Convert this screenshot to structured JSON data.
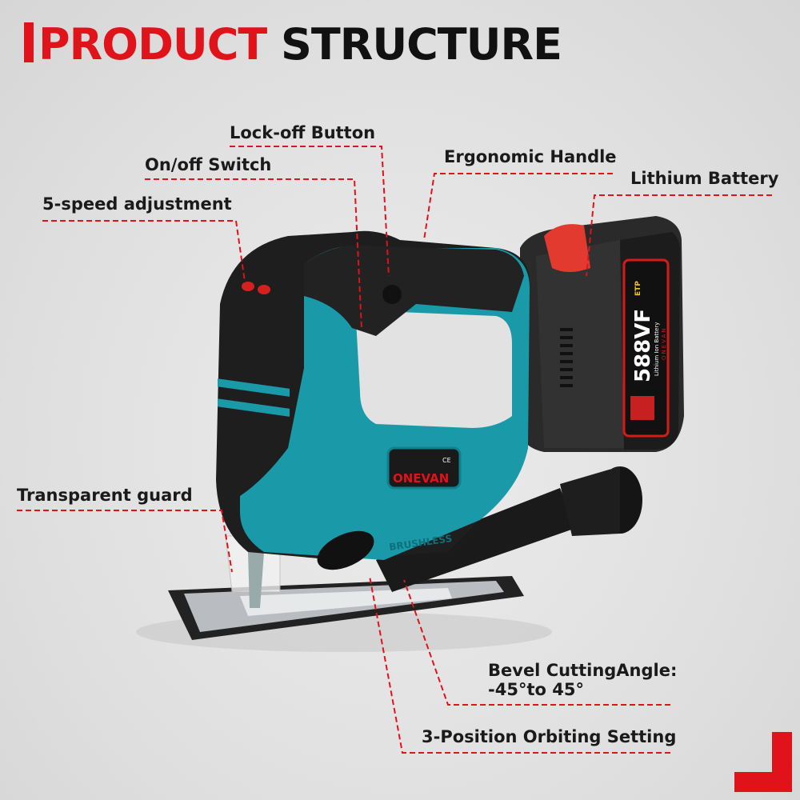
{
  "title": {
    "part1": "PRODUCT",
    "part2": "STRUCTURE"
  },
  "callouts": {
    "lock_off": "Lock-off Button",
    "on_off": "On/off Switch",
    "speed": "5-speed adjustment",
    "handle": "Ergonomic Handle",
    "battery": "Lithium Battery",
    "guard": "Transparent guard",
    "bevel_line1": "Bevel CuttingAngle:",
    "bevel_line2": "-45°to 45°",
    "orbit": "3-Position Orbiting Setting"
  },
  "product": {
    "brand": "ONEVAN",
    "ce": "CE",
    "motor": "BRUSHLESS",
    "battery_voltage": "588VF",
    "battery_type": "Lithium Ion Battery",
    "battery_brand": "ONEVAN",
    "battery_cert": "ETP"
  },
  "colors": {
    "accent": "#e0121a",
    "body": "#1c9aa8",
    "dark": "#1e1e1e"
  }
}
